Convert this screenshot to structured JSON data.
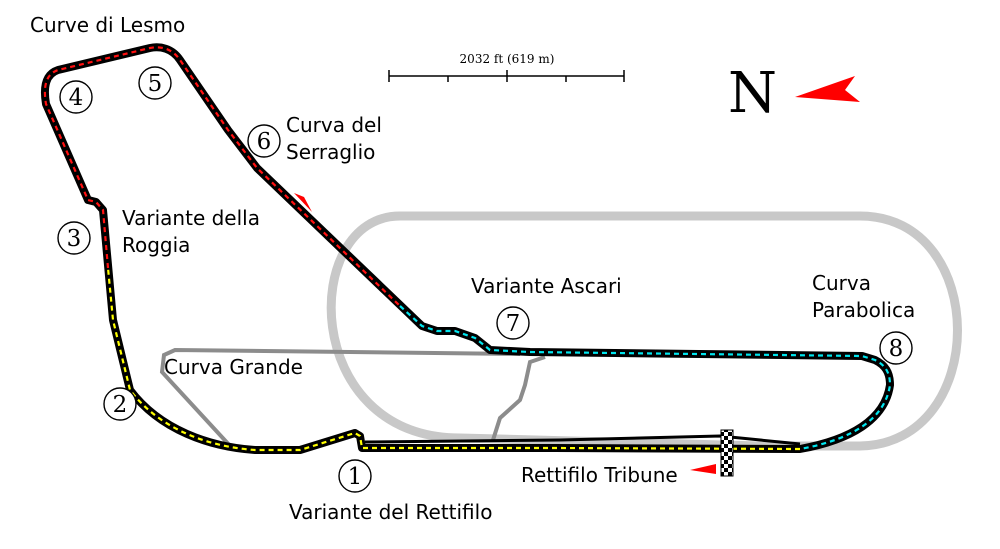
{
  "map": {
    "scale_bar": {
      "label": "2032 ft (619 m)"
    },
    "north": {
      "letter": "N",
      "arrow_color": "#ff0000"
    },
    "colors": {
      "track_outline": "#000000",
      "sector_1": "#ffff00",
      "sector_2": "#ff1010",
      "sector_3": "#00e5ee",
      "oval": "#c8c8c8",
      "service_road": "#8c8c8c",
      "direction_marker": "#ff0000"
    },
    "turns": [
      {
        "number": "1",
        "name": "Variante del Rettifilo"
      },
      {
        "number": "2",
        "name": "Curva Grande"
      },
      {
        "number": "3",
        "name": "Variante della Roggia"
      },
      {
        "number": "4",
        "name": ""
      },
      {
        "number": "5",
        "name": ""
      },
      {
        "number": "6",
        "name": "Curva del Serraglio"
      },
      {
        "number": "7",
        "name": "Variante Ascari"
      },
      {
        "number": "8",
        "name": "Curva Parabolica"
      }
    ],
    "labels": {
      "lesmo": "Curve di Lesmo",
      "serraglio_1": "Curva del",
      "serraglio_2": "Serraglio",
      "roggia_1": "Variante della",
      "roggia_2": "Roggia",
      "curva_grande": "Curva Grande",
      "ascari": "Variante Ascari",
      "parabolica_1": "Curva",
      "parabolica_2": "Parabolica",
      "rettifilo_tribune": "Rettifilo Tribune",
      "variante_rettifilo": "Variante del Rettifilo"
    },
    "icons": [
      "north-arrow-icon",
      "direction-arrow-icon",
      "checkered-flag-icon"
    ]
  }
}
